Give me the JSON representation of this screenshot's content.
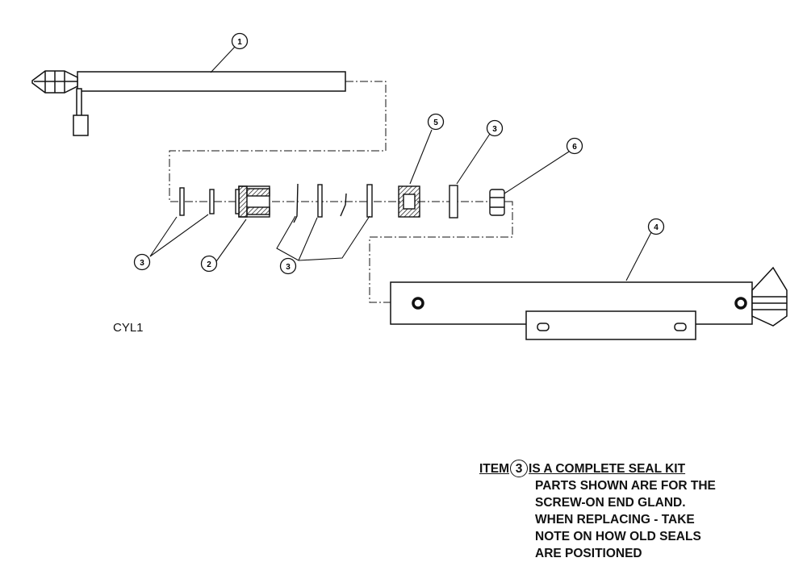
{
  "drawing_label": "CYL1",
  "callouts": {
    "c1": "1",
    "c2": "2",
    "c3a": "3",
    "c3b": "3",
    "c3c": "3",
    "c4": "4",
    "c5": "5",
    "c6": "6"
  },
  "note": {
    "prefix": "ITEM",
    "item_number": "3",
    "suffix": "IS A COMPLETE SEAL KIT",
    "lines": [
      "PARTS SHOWN ARE FOR THE",
      "SCREW-ON END GLAND.",
      "WHEN REPLACING - TAKE",
      "NOTE ON HOW OLD SEALS",
      "ARE POSITIONED"
    ]
  }
}
